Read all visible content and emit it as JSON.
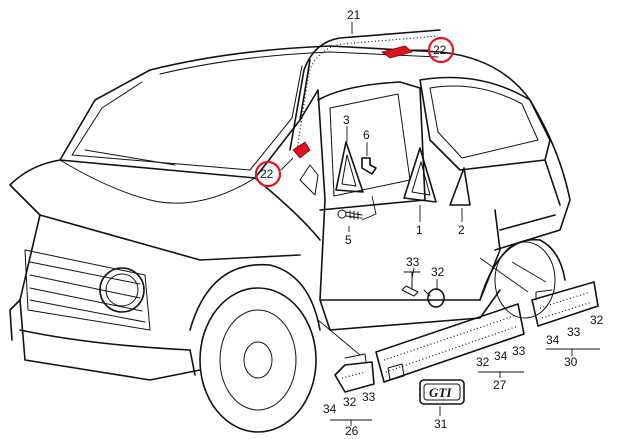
{
  "labels": {
    "p21": "21",
    "p22a": "22",
    "p22b": "22",
    "p3": "3",
    "p6": "6",
    "p5": "5",
    "p1": "1",
    "p2": "2",
    "p33a": "33",
    "p32a": "32",
    "p34a": "34",
    "p32b": "32",
    "p33b": "33",
    "p26": "26",
    "p31": "31",
    "p32c": "32",
    "p34b": "34",
    "p33c": "33",
    "p27": "27",
    "p34c": "34",
    "p33d": "33",
    "p32d": "32",
    "p30": "30"
  },
  "badge_text": "GTI",
  "colors": {
    "highlight": "#e0141e",
    "line": "#111111"
  }
}
